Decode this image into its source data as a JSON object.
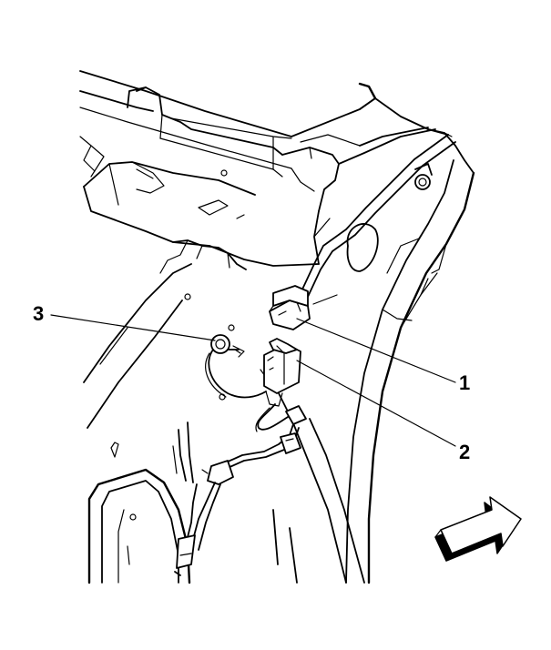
{
  "callouts": [
    {
      "label": "1",
      "item": "harness-connector"
    },
    {
      "label": "2",
      "item": "module-connector"
    },
    {
      "label": "3",
      "item": "ground-fastener"
    }
  ],
  "colors": {
    "line": "#000000",
    "background": "#ffffff"
  },
  "icons": {
    "direction_arrow": "forward-arrow-icon"
  }
}
